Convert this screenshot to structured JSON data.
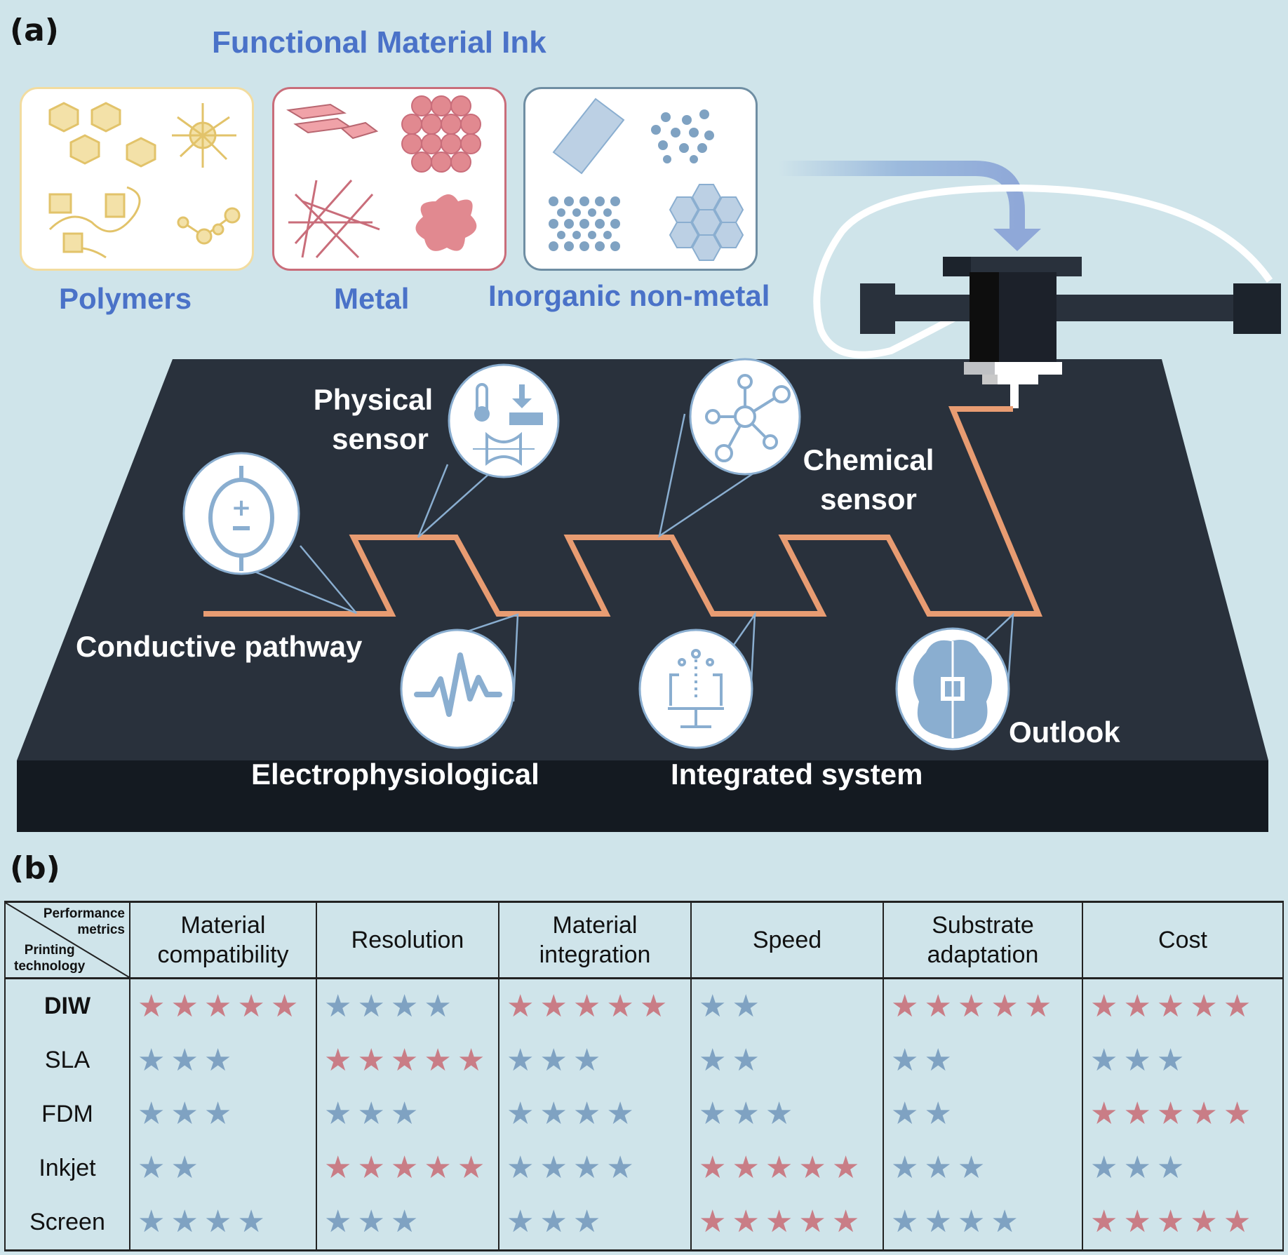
{
  "panel_a": {
    "label": "(a)",
    "title": "Functional Material Ink",
    "materials": [
      {
        "label": "Polymers",
        "color": "#e2c36a"
      },
      {
        "label": "Metal",
        "color": "#d98088"
      },
      {
        "label": "Inorganic non-metal",
        "color": "#8aaed0"
      }
    ],
    "applications": {
      "conductive": "Conductive pathway",
      "physical": [
        "Physical",
        "sensor"
      ],
      "chemical": [
        "Chemical",
        "sensor"
      ],
      "electrophysiological": "Electrophysiological",
      "integrated": "Integrated system",
      "outlook": "Outlook"
    },
    "colors": {
      "background": "#cfe4ea",
      "platform": "#29313c",
      "platform_edge": "#141a21",
      "trace": "#e89c72",
      "icon": "#8aaed0",
      "title_blue": "#4a72c8"
    }
  },
  "panel_b": {
    "label": "(b)",
    "corner_top": [
      "Performance",
      "metrics"
    ],
    "corner_bottom": [
      "Printing",
      "technology"
    ],
    "columns": [
      [
        "Material",
        "compatibility"
      ],
      [
        "Resolution"
      ],
      [
        "Material",
        "integration"
      ],
      [
        "Speed"
      ],
      [
        "Substrate",
        "adaptation"
      ],
      [
        "Cost"
      ]
    ],
    "star_colors": {
      "top": "#c97d86",
      "normal": "#7fa2c2"
    },
    "rows": [
      {
        "tech": "DIW",
        "bold": true,
        "ratings": [
          5,
          4,
          5,
          2,
          5,
          5
        ]
      },
      {
        "tech": "SLA",
        "bold": false,
        "ratings": [
          3,
          5,
          3,
          2,
          2,
          3
        ]
      },
      {
        "tech": "FDM",
        "bold": false,
        "ratings": [
          3,
          3,
          4,
          3,
          2,
          5
        ]
      },
      {
        "tech": "Inkjet",
        "bold": false,
        "ratings": [
          2,
          5,
          4,
          5,
          3,
          3
        ]
      },
      {
        "tech": "Screen",
        "bold": false,
        "ratings": [
          4,
          3,
          3,
          5,
          4,
          5
        ]
      }
    ]
  }
}
